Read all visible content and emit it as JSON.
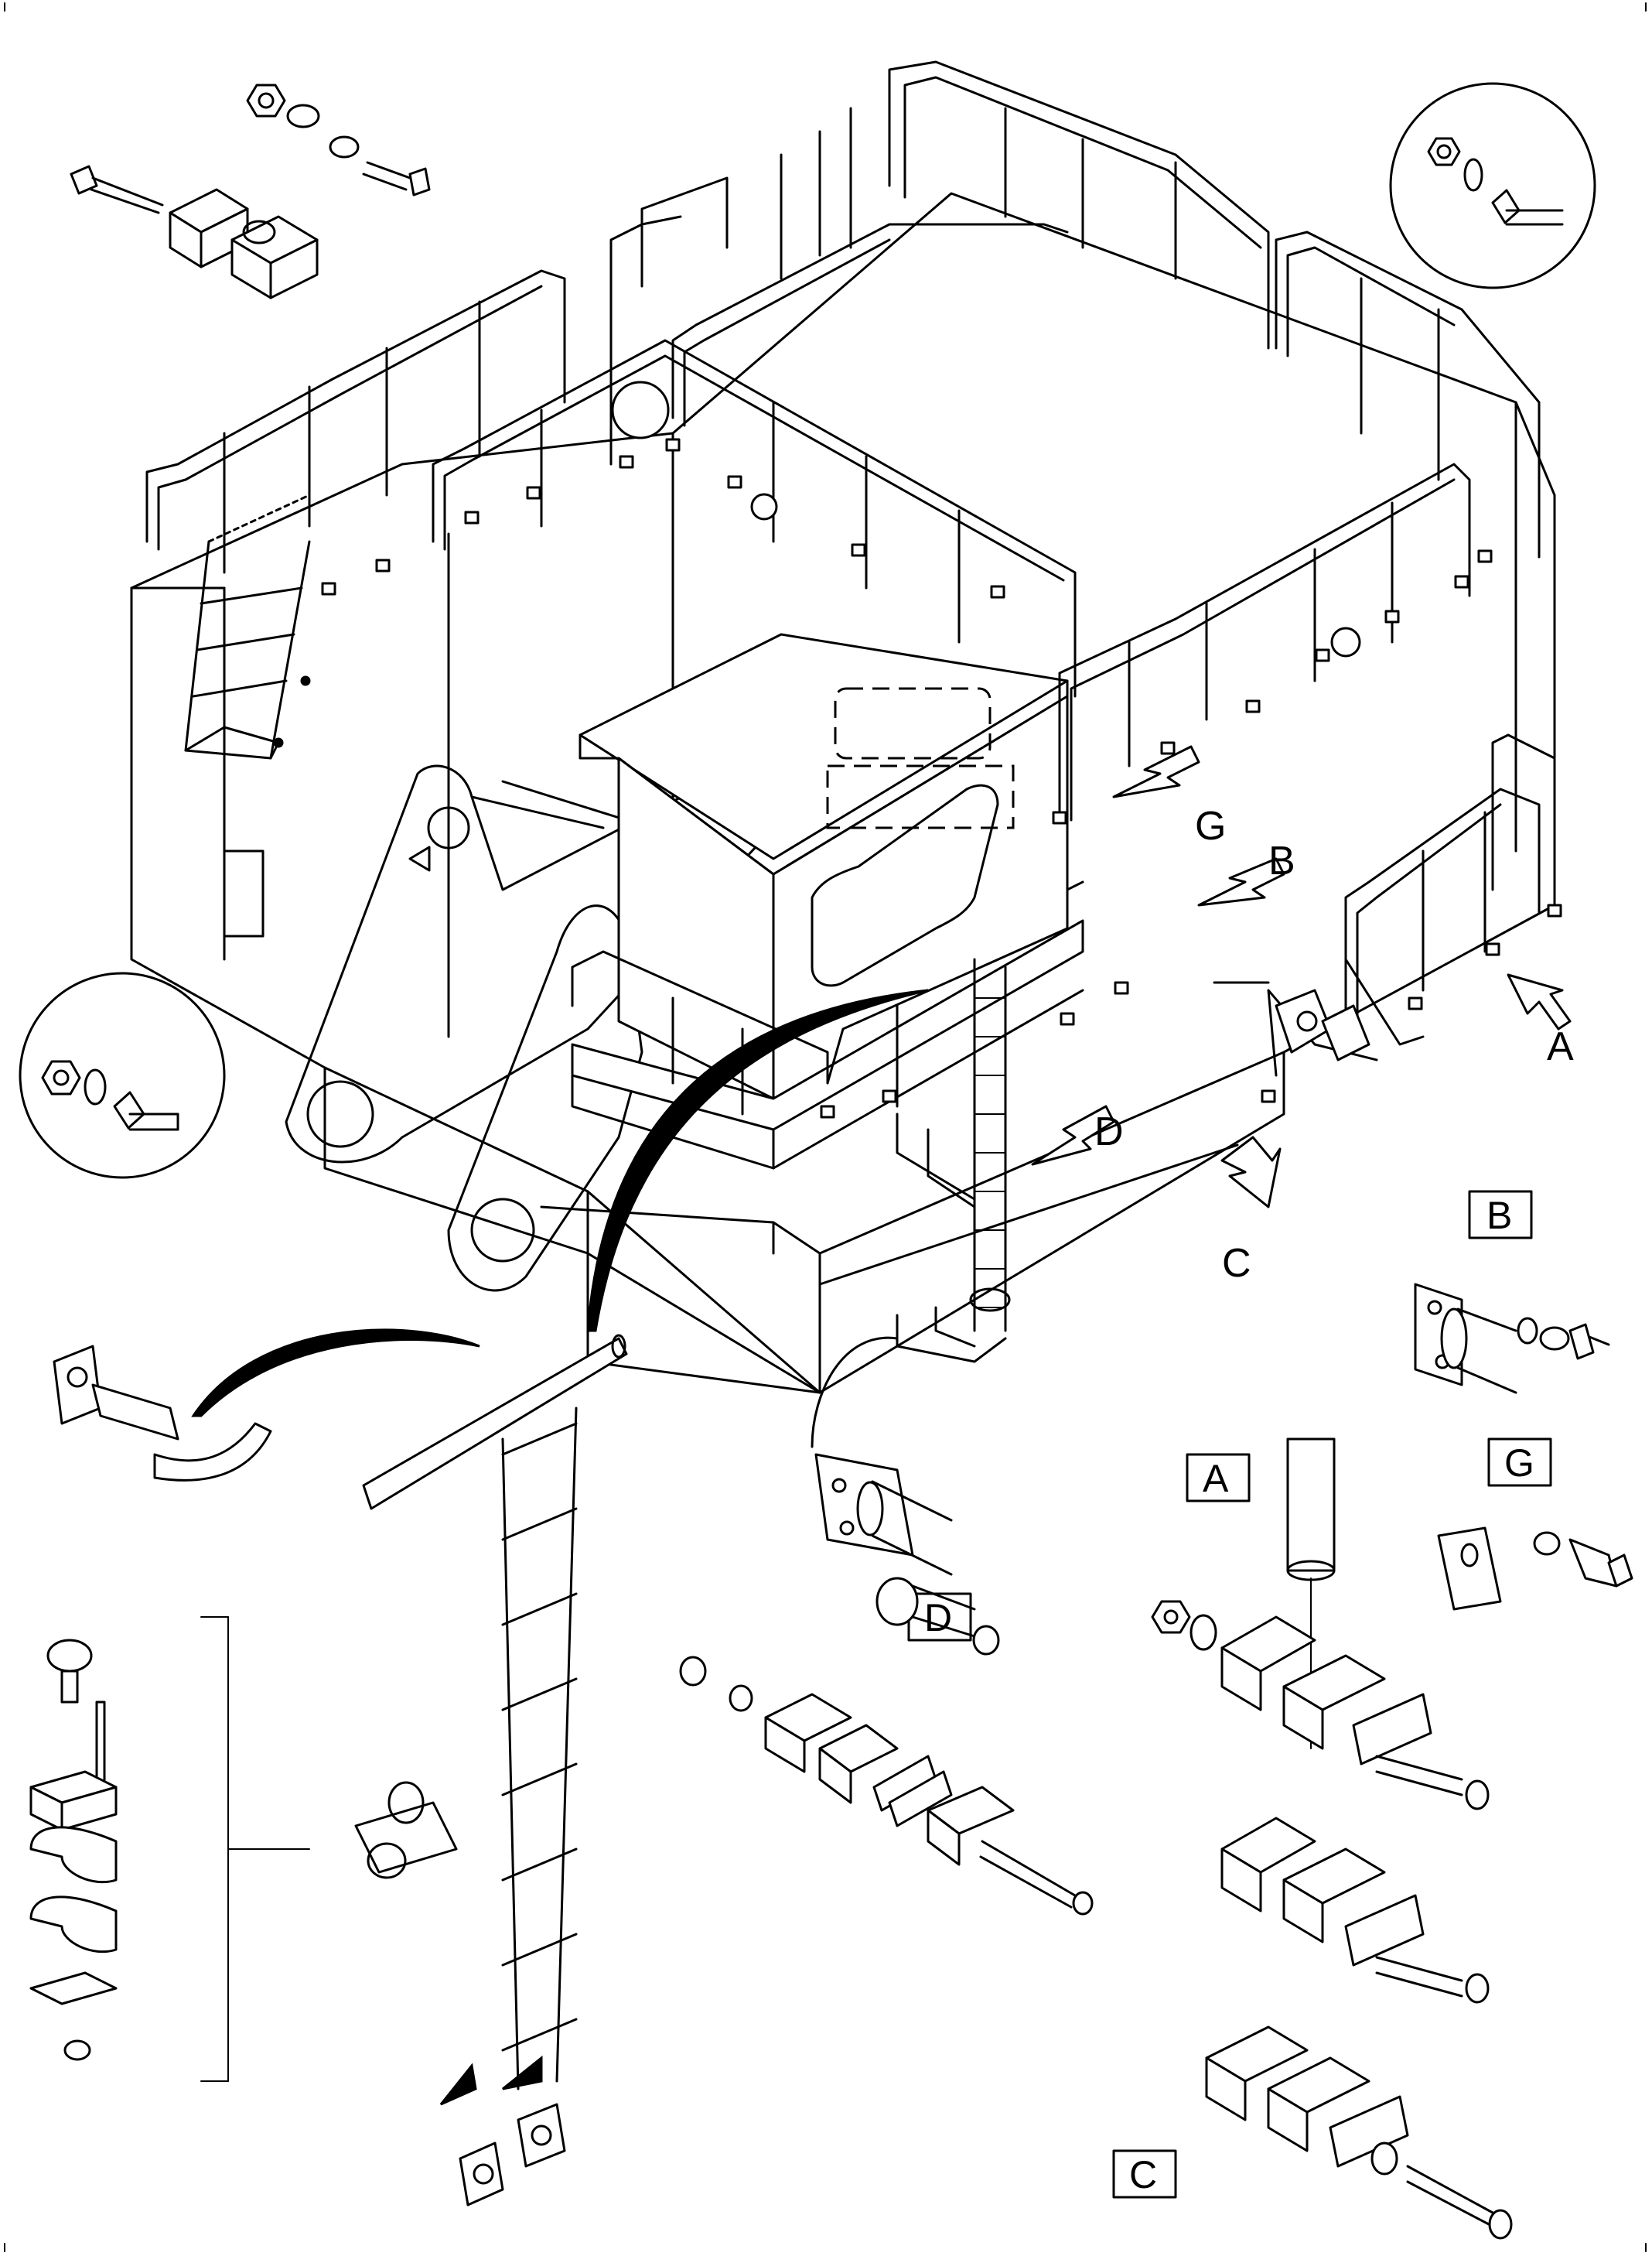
{
  "labels": {
    "callout_a": "A",
    "callout_b": "B",
    "callout_c": "C",
    "callout_d": "D",
    "callout_g": "G"
  },
  "detail_boxes": {
    "a": "A",
    "b": "B",
    "c": "C",
    "d": "D",
    "g": "G"
  }
}
